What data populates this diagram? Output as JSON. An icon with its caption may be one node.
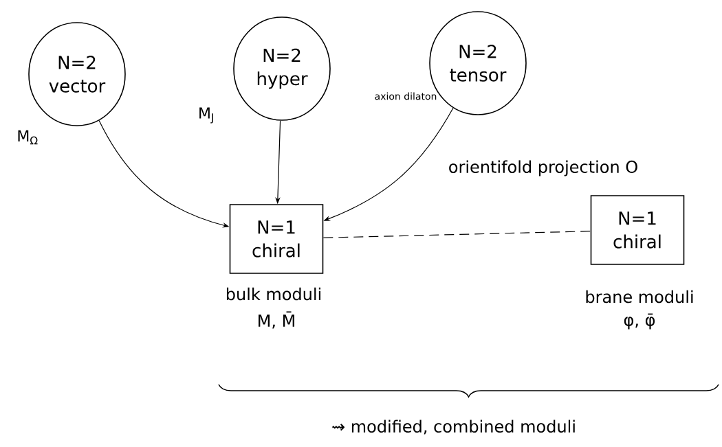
{
  "diagram": {
    "nodes": [
      {
        "text": [
          "N=2",
          "vector"
        ],
        "beside": [
          "M$_{Ω}$"
        ]
      },
      {
        "text": [
          "N=2",
          "hyper"
        ],
        "beside": [
          "M$_{J}$"
        ]
      },
      {
        "text": [
          "N=2",
          "tensor"
        ],
        "beside": [
          "axion dilaton"
        ]
      },
      {
        "text": [
          "N=1",
          "chiral"
        ],
        "beside": [
          "bulk moduli",
          "M, M̄"
        ]
      },
      {
        "text": [
          "N=1",
          "chiral"
        ],
        "beside": [
          "brane moduli",
          "φ, φ̄"
        ]
      }
    ],
    "edges": [
      {
        "from": 0,
        "to": 3,
        "arrow": "to"
      },
      {
        "from": 1,
        "to": 3,
        "arrow": "to"
      },
      {
        "from": 2,
        "to": 3,
        "arrow": "to"
      },
      {
        "from": 3,
        "to": 4,
        "arrow": "none",
        "style": "dashed"
      }
    ],
    "labels": [
      "orientifold projection O",
      "⇝ modified, combined moduli"
    ]
  }
}
